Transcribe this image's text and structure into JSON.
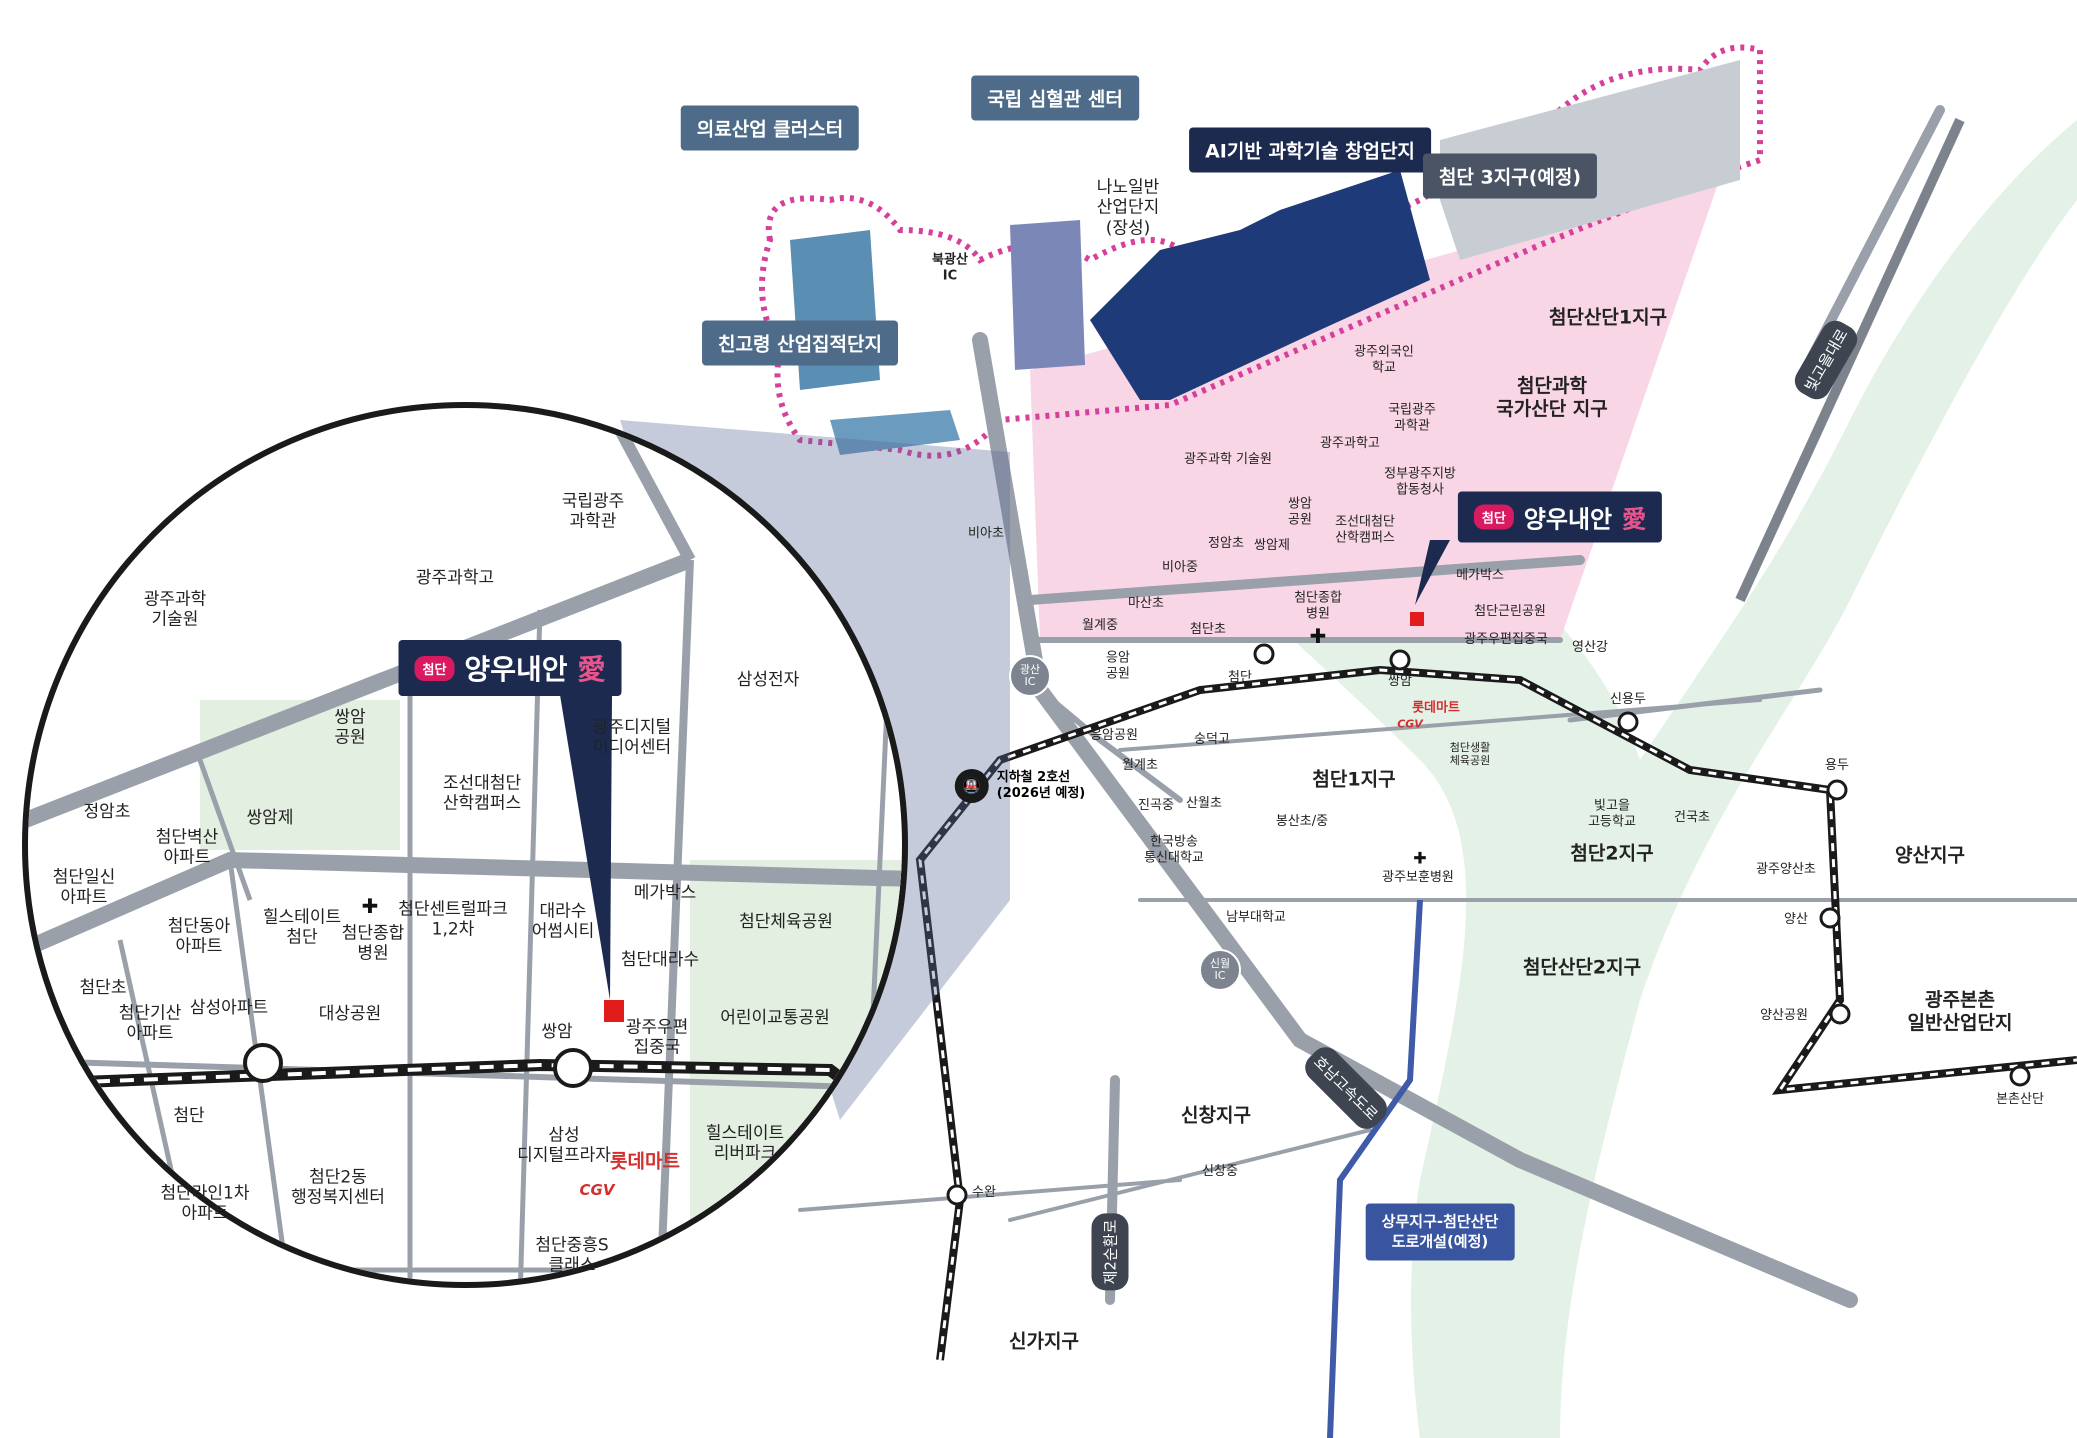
{
  "colors": {
    "pink_zone": "#f9d6e6",
    "dashed_border": "#d6409a",
    "navy_zone": "#1f3a78",
    "blue_zone": "#5a8fb3",
    "grey_zone": "#c8ccd3",
    "road": "#9aa0aa",
    "river": "#dff0e2",
    "highway_line": "#3e5aa8",
    "brand": "#1c2a4f",
    "marker": "#e21b1b"
  },
  "callouts": {
    "medical": "의료산업 클러스터",
    "heart": "국립 심혈관 센터",
    "ai": "AI기반 과학기술 창업단지",
    "aging": "친고령 산업집적단지",
    "district3": "첨단 3지구(예정)",
    "sangmu": "상무지구-첨단산단\n도로개설(예정)"
  },
  "brand": {
    "tag": "첨단",
    "name": "양우내안",
    "love": "愛"
  },
  "main_labels": {
    "nano": "나노일반\n산업단지\n(장성)",
    "bukgwangsan": "북광산\nIC",
    "industrial1": "첨단산단1지구",
    "science_district": "첨단과학\n국가산단 지구",
    "school_foreign": "광주외국인\n학교",
    "science_museum": "국립광주\n과학관",
    "science_high": "광주과학고",
    "science_tech": "광주과학 기술원",
    "gov_office": "정부광주지방\n합동청사",
    "ssangam_park": "쌍암\n공원",
    "chosun_campus": "조선대첨단\n산학캠퍼스",
    "megabox": "메가박스",
    "cheomdan_park": "첨단근린공원",
    "post_office": "광주우편집중국",
    "yeongsan_river": "영산강",
    "bia_cho": "비아초",
    "bia_jung": "비아중",
    "jeongam_cho": "정암초",
    "ssangamje": "쌍암제",
    "masan_cho": "마산초",
    "wolgye_jung": "월계중",
    "cheomdan_cho": "첨단초",
    "general_hosp": "첨단종합\n병원",
    "eungam_park": "응암\n공원",
    "st_cheomdan": "첨단",
    "st_ssangam": "쌍암",
    "st_sinyongdu": "신용두",
    "st_yongdu": "용두",
    "st_yangsan": "양산",
    "st_yangsan_park": "양산공원",
    "st_boncheon": "본촌산단",
    "st_suwan": "수완",
    "lottemart": "롯데마트",
    "cgv": "CGV",
    "sports_park": "첨단생활\n체육공원",
    "eungam_park2": "응암공원",
    "wolgye_cho": "월계초",
    "sudeok_go": "숭덕고",
    "jingok_jung": "진곡중",
    "sanwol_cho": "산월초",
    "cheomdan1": "첨단1지구",
    "bongsan": "봉산초/중",
    "broadcast_univ": "한국방송\n통신대학교",
    "nambu_univ": "남부대학교",
    "bohun_hosp": "광주보훈병원",
    "bitgoeul_high": "빛고을\n고등학교",
    "geonguk_cho": "건국초",
    "cheomdan2": "첨단2지구",
    "yangsan_cho": "광주양산초",
    "yangsan_district": "양산지구",
    "industrial2": "첨단산단2지구",
    "bonchon_complex": "광주본촌\n일반산업단지",
    "sinchang": "신창지구",
    "sinchang_jung": "신창중",
    "singa": "신가지구",
    "subway_label": "지하철 2호선\n(2026년 예정)",
    "gwangsan_ic": "광산\nIC",
    "sinwol_ic": "신월\nIC",
    "road_bitgoeul": "빛고을대로",
    "road_honam": "호남고속도로",
    "road_ring2": "제2순환로"
  },
  "inset_labels": {
    "science_museum": "국립광주\n과학관",
    "science_high": "광주과학고",
    "science_tech": "광주과학\n기술원",
    "samsung": "삼성전자",
    "digital_media": "광주디지털\n미디어센터",
    "ssangam_park": "쌍암\n공원",
    "chosun_campus": "조선대첨단\n산학캠퍼스",
    "jeongam_cho": "정암초",
    "ssangamje": "쌍암제",
    "baeksan_apt": "첨단벽산\n아파트",
    "ilsin_apt": "첨단일신\n아파트",
    "megabox": "메가박스",
    "sports_park": "첨단체육공원",
    "dongah_apt": "첨단동아\n아파트",
    "hillstate": "힐스테이트\n첨단",
    "general_hosp": "첨단종합\n병원",
    "central_park": "첨단센트럴파크\n1,2차",
    "daeraesu_city": "대라수\n어썸시티",
    "daeraesu": "첨단대라수",
    "cheomdan_cho": "첨단초",
    "gisan_apt": "첨단기산\n아파트",
    "samsung_apt": "삼성아파트",
    "daesang_park": "대상공원",
    "post_office": "광주우편\n집중국",
    "children_park": "어린이교통공원",
    "st_ssangam": "쌍암",
    "st_cheomdan": "첨단",
    "samsung_plaza": "삼성\n디지털프라자",
    "lottemart": "롯데마트",
    "cgv": "CGV",
    "riverpark": "힐스테이트\n리버파크",
    "line1_apt": "첨단라인1차\n아파트",
    "welfare": "첨단2동\n행정복지센터",
    "s_class": "첨단중흥S\n클래스"
  }
}
